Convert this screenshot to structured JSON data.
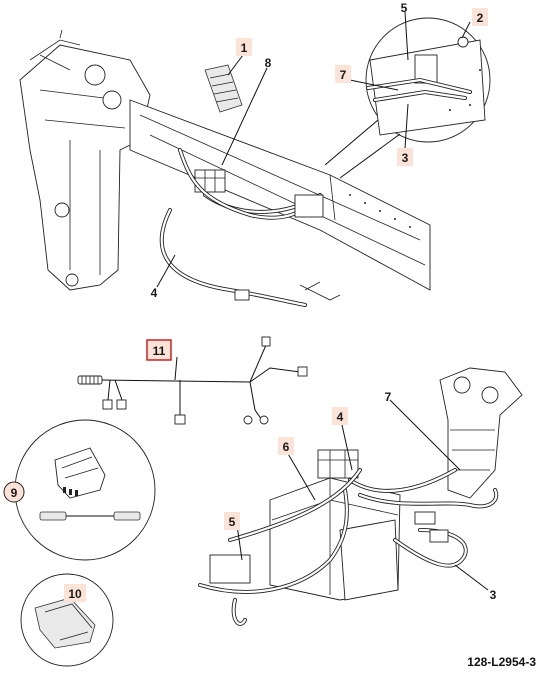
{
  "callouts": {
    "c1": "1",
    "c2": "2",
    "c3_top": "3",
    "c3_bottom": "3",
    "c4_top": "4",
    "c4_bottom": "4",
    "c5_top": "5",
    "c5_bottom": "5",
    "c6": "6",
    "c7_top": "7",
    "c7_bottom": "7",
    "c8": "8",
    "c9": "9",
    "c10": "10",
    "c11": "11"
  },
  "reference_code": "128-L2954-3"
}
